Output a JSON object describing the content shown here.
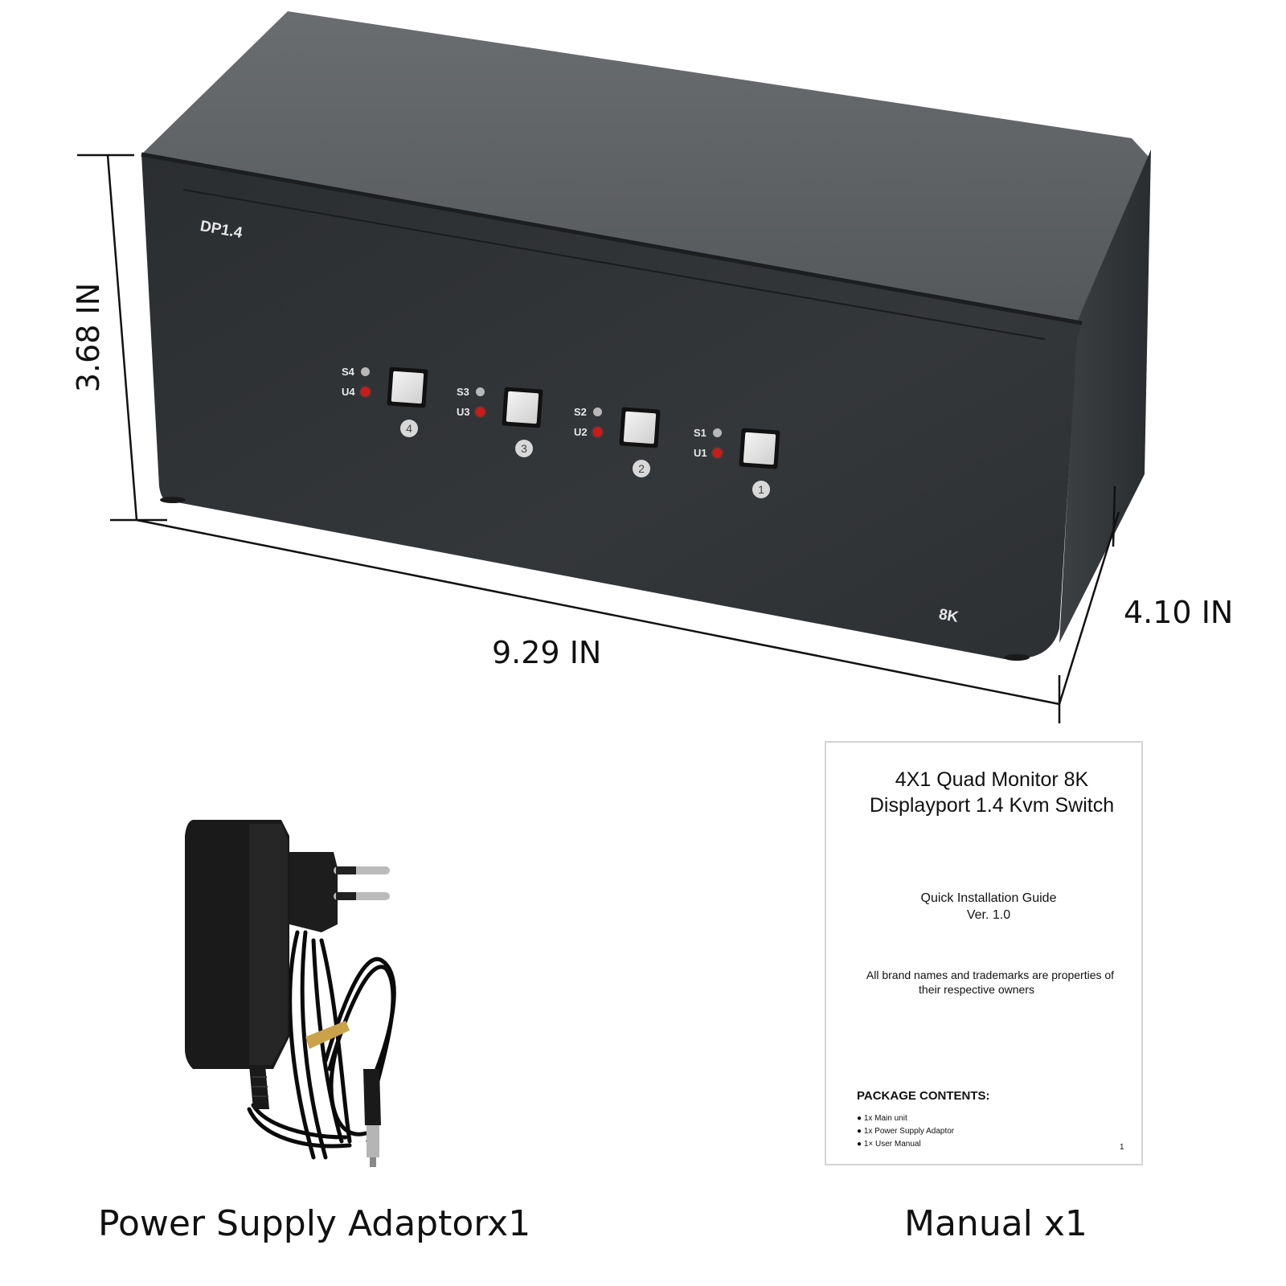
{
  "product": {
    "front_label": "DP1.4",
    "corner_label": "8K",
    "ports": [
      {
        "num": "4",
        "s_label": "S4",
        "u_label": "U4"
      },
      {
        "num": "3",
        "s_label": "S3",
        "u_label": "U3"
      },
      {
        "num": "2",
        "s_label": "S2",
        "u_label": "U2"
      },
      {
        "num": "1",
        "s_label": "S1",
        "u_label": "U1"
      }
    ],
    "colors": {
      "body": "#303336",
      "top": "#5a5d60",
      "led_s": "#b8b8b8",
      "led_u": "#cc1a1a"
    }
  },
  "dimensions": {
    "height": "3.68 IN",
    "width": "9.29 IN",
    "depth": "4.10 IN"
  },
  "accessories": {
    "adapter_caption": "Power Supply Adaptorx1",
    "manual_caption": "Manual x1"
  },
  "manual": {
    "title_line1": "4X1 Quad Monitor 8K",
    "title_line2": "Displayport 1.4 Kvm Switch",
    "guide": "Quick Installation Guide",
    "version": "Ver. 1.0",
    "trademark_line1": "All brand names and trademarks are properties of",
    "trademark_line2": "their respective owners",
    "package_heading": "PACKAGE CONTENTS:",
    "items": [
      "1x Main unit",
      "1x Power Supply Adaptor",
      "1× User Manual"
    ],
    "page_number": "1"
  }
}
